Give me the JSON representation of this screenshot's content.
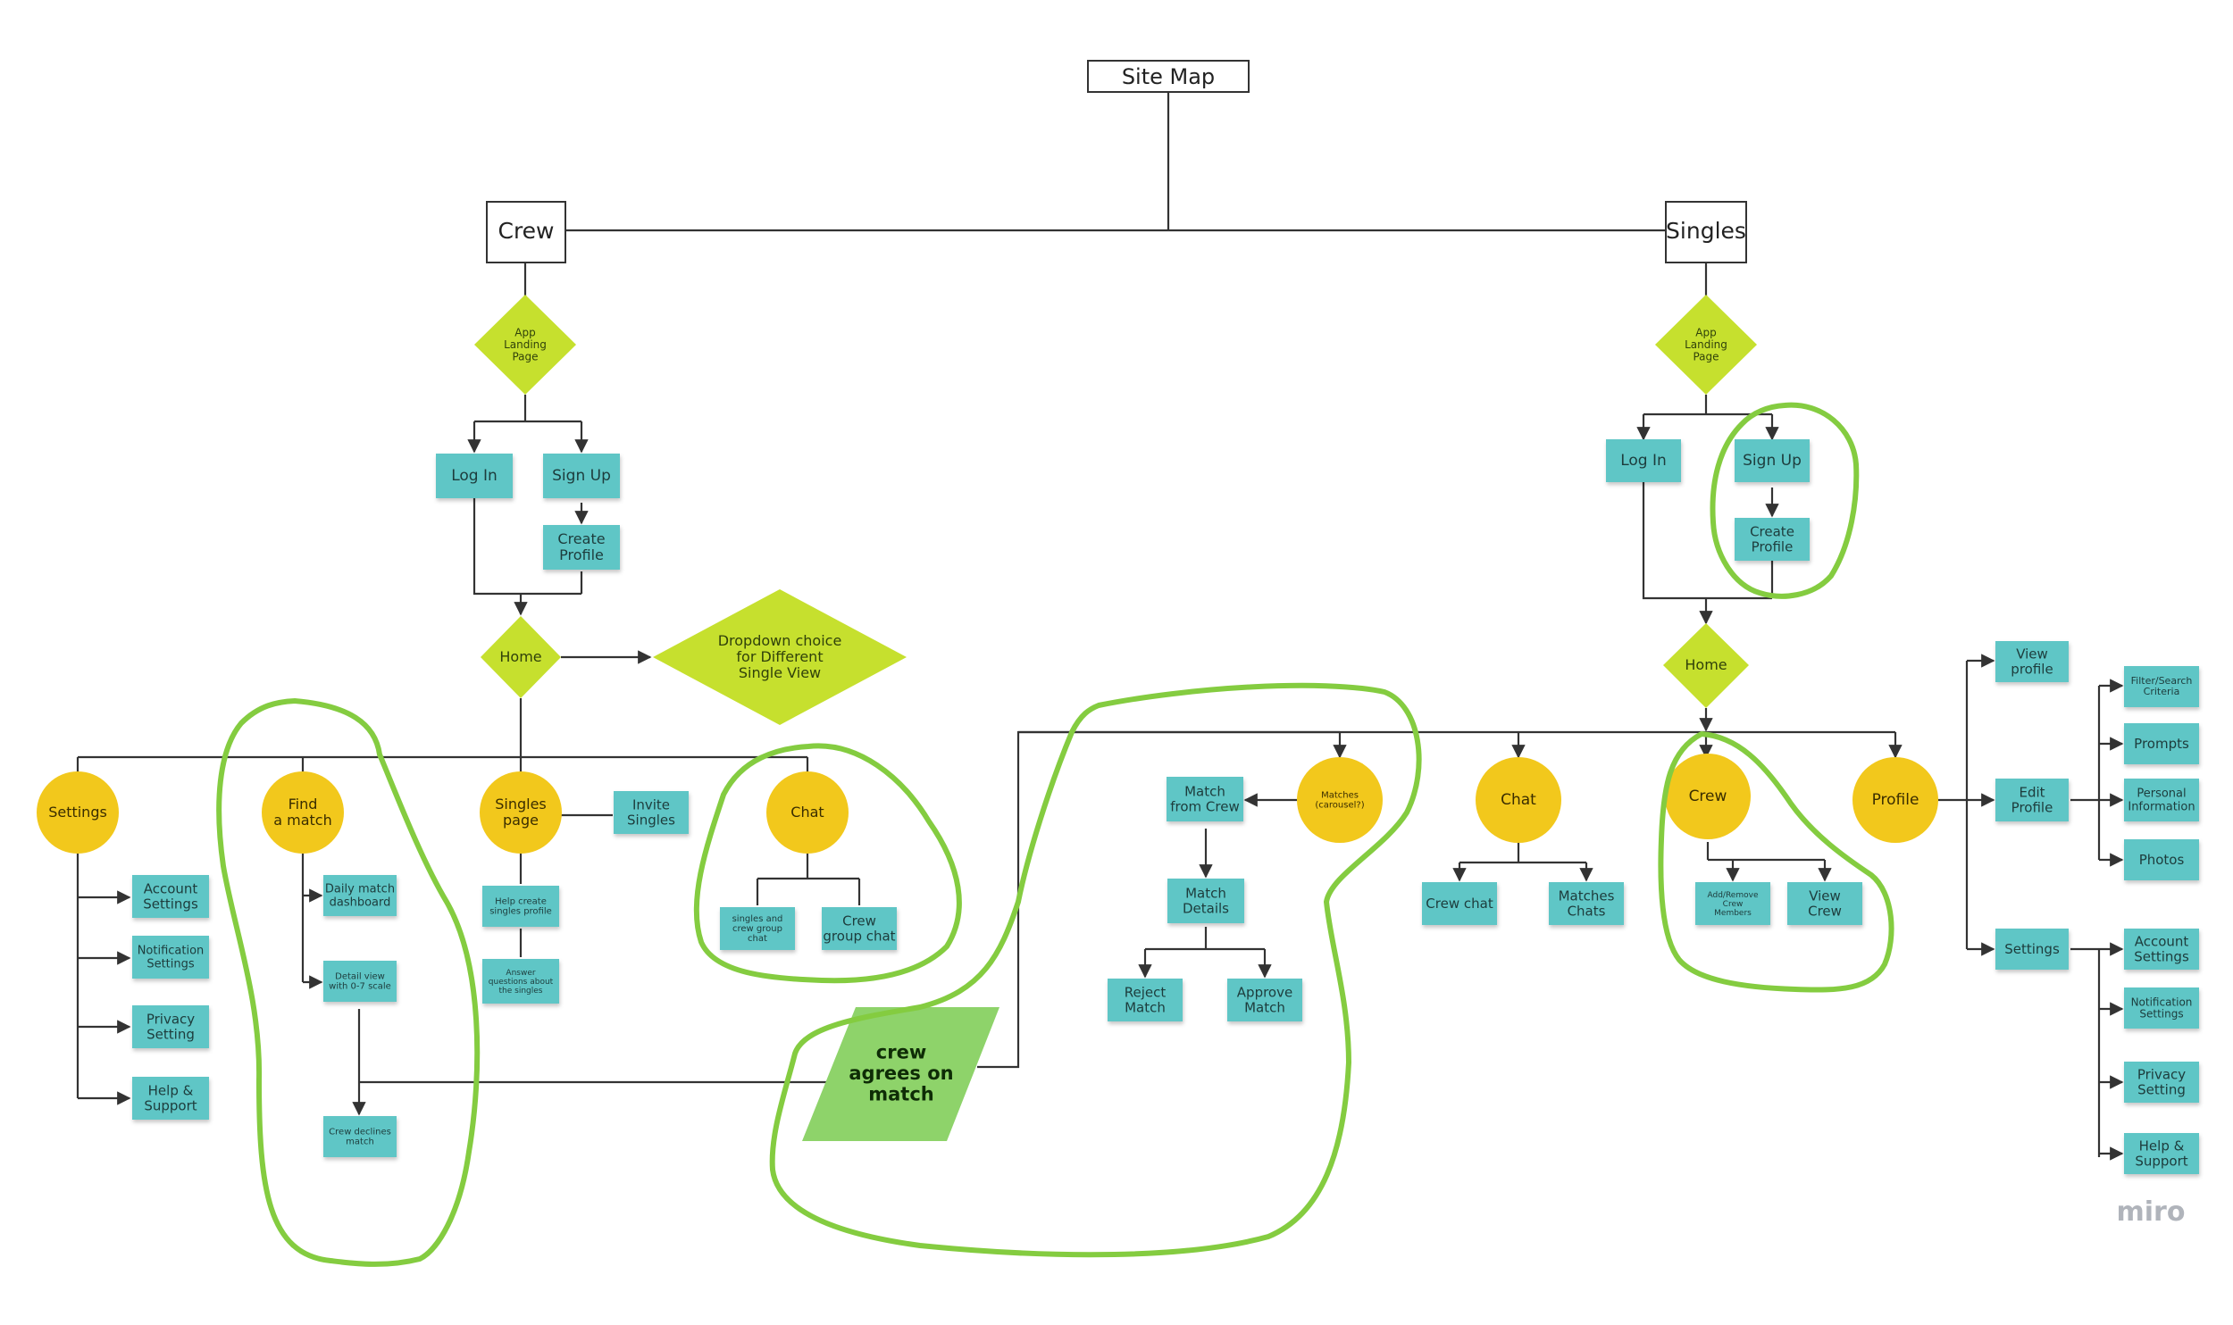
{
  "title": "Site Map",
  "crew": {
    "label": "Crew",
    "landing": [
      "App",
      "Landing",
      "Page"
    ],
    "login": [
      "Log In"
    ],
    "signup": [
      "Sign Up"
    ],
    "create_profile": [
      "Create",
      "Profile"
    ],
    "home": [
      "Home"
    ],
    "dropdown": [
      "Dropdown choice",
      "for Different",
      "Single View"
    ],
    "settings": [
      "Settings"
    ],
    "find_match": [
      "Find",
      "a match"
    ],
    "singles_page": [
      "Singles",
      "page"
    ],
    "invite_singles": [
      "Invite",
      "Singles"
    ],
    "chat": [
      "Chat"
    ],
    "account_settings": [
      "Account",
      "Settings"
    ],
    "notification_settings": [
      "Notification",
      "Settings"
    ],
    "privacy_setting": [
      "Privacy",
      "Setting"
    ],
    "help_support": [
      "Help &",
      "Support"
    ],
    "daily_dashboard": [
      "Daily match",
      "dashboard"
    ],
    "detail_view": [
      "Detail view",
      "with 0-7 scale"
    ],
    "crew_declines": [
      "Crew declines",
      "match"
    ],
    "help_create": [
      "Help create",
      "singles profile"
    ],
    "answer_questions": [
      "Answer",
      "questions about",
      "the singles"
    ],
    "singles_crew_chat": [
      "singles and",
      "crew group",
      "chat"
    ],
    "crew_group_chat": [
      "Crew",
      "group chat"
    ],
    "crew_agrees": [
      "crew",
      "agrees on",
      "match"
    ]
  },
  "singles": {
    "label": "Singles",
    "landing": [
      "App",
      "Landing",
      "Page"
    ],
    "login": [
      "Log In"
    ],
    "signup": [
      "Sign Up"
    ],
    "create_profile": [
      "Create",
      "Profile"
    ],
    "home": [
      "Home"
    ],
    "matches": [
      "Matches",
      "(carousel?)"
    ],
    "match_from_crew": [
      "Match",
      "from Crew"
    ],
    "match_details": [
      "Match",
      "Details"
    ],
    "reject_match": [
      "Reject",
      "Match"
    ],
    "approve_match": [
      "Approve",
      "Match"
    ],
    "chat": [
      "Chat"
    ],
    "crew_chat": [
      "Crew chat"
    ],
    "matches_chats": [
      "Matches",
      "Chats"
    ],
    "crew": [
      "Crew"
    ],
    "add_remove": [
      "Add/Remove",
      "Crew",
      "Members"
    ],
    "view_crew": [
      "View",
      "Crew"
    ],
    "profile": [
      "Profile"
    ],
    "view_profile": [
      "View",
      "profile"
    ],
    "edit_profile": [
      "Edit",
      "Profile"
    ],
    "settings": [
      "Settings"
    ],
    "filter_search": [
      "Filter/Search",
      "Criteria"
    ],
    "prompts": [
      "Prompts"
    ],
    "personal_info": [
      "Personal",
      "Information"
    ],
    "photos": [
      "Photos"
    ],
    "account_settings": [
      "Account",
      "Settings"
    ],
    "notification_settings": [
      "Notification",
      "Settings"
    ],
    "privacy_setting": [
      "Privacy",
      "Setting"
    ],
    "help_support": [
      "Help &",
      "Support"
    ]
  },
  "watermark": "miro",
  "colors": {
    "sticky": "#5ec6c6",
    "circle": "#f2c81c",
    "diamond": "#c6e02e",
    "parallelogram": "#8ed36a",
    "hand_drawn": "#84cc40"
  }
}
